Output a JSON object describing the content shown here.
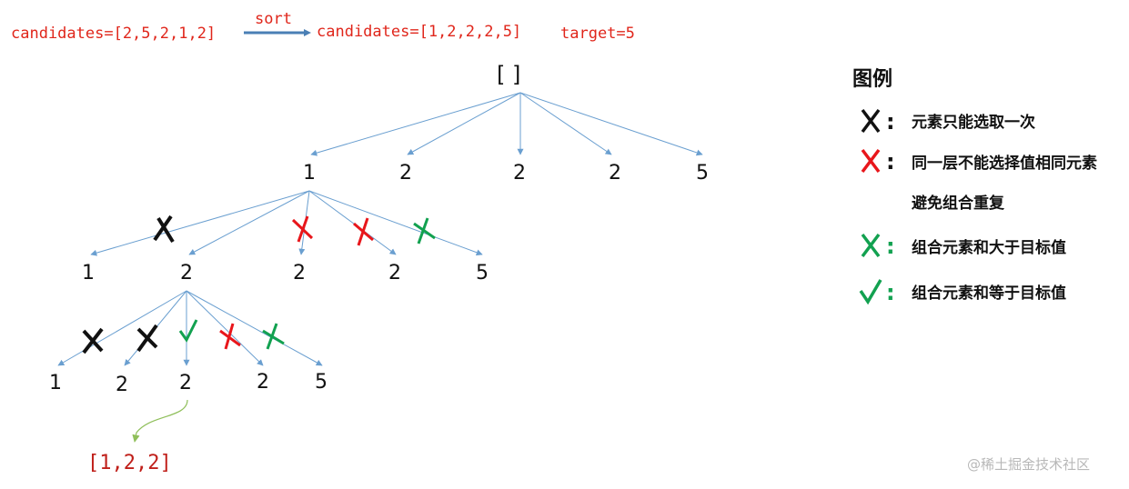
{
  "header": {
    "original": "candidates=[2,5,2,1,2]",
    "sort_label": "sort",
    "sorted": "candidates=[1,2,2,2,5]",
    "target": "target=5"
  },
  "tree": {
    "root": "[   ]",
    "level1": [
      "1",
      "2",
      "2",
      "2",
      "5"
    ],
    "level2": [
      "1",
      "2",
      "2",
      "2",
      "5"
    ],
    "level3": [
      "1",
      "2",
      "2",
      "2",
      "5"
    ],
    "result": "[1,2,2]"
  },
  "legend": {
    "title": "图例",
    "items": [
      {
        "symbol": "X",
        "colon": ":",
        "text": "元素只能选取一次",
        "color": "#111111"
      },
      {
        "symbol": "X",
        "colon": ":",
        "text": "同一层不能选择值相同元素",
        "color": "#e8161b"
      },
      {
        "symbol": "",
        "colon": "",
        "text": "避免组合重复",
        "color": "#111111"
      },
      {
        "symbol": "X",
        "colon": ":",
        "text": "组合元素和大于目标值",
        "color": "#12a150"
      },
      {
        "symbol": "✓",
        "colon": ":",
        "text": "组合元素和等于目标值",
        "color": "#12a150"
      }
    ]
  },
  "colors": {
    "edge": "#6a9fd0",
    "black_mark": "#111111",
    "red_mark": "#e8161b",
    "green_mark": "#12a150",
    "result": "#c0201b",
    "curve": "#8fbf5a"
  },
  "watermark": "@稀土掘金技术社区"
}
